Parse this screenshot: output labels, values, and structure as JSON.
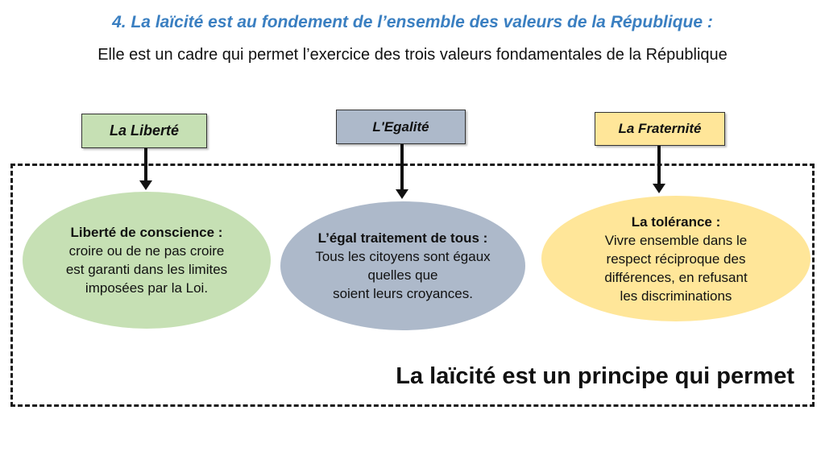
{
  "title": "4. La laïcité est au fondement de l’ensemble des valeurs de la République :",
  "subtitle": "Elle est un cadre qui permet l’exercice des trois valeurs fondamentales de la République",
  "colors": {
    "title": "#3a7fc1",
    "liberte": "#c6e0b4",
    "egalite": "#adb9ca",
    "fraternite": "#ffe699",
    "ellipse_liberte": "#c6e0b4",
    "ellipse_egalite": "#adb9ca",
    "ellipse_fraternite": "#ffe699"
  },
  "values": [
    {
      "label": "La Liberté",
      "heading": "Liberté de conscience :",
      "lines": [
        "croire ou de ne pas croire",
        "est garanti dans les limites",
        "imposées par la Loi."
      ]
    },
    {
      "label": "L'Egalité",
      "heading": "L’égal traitement de tous :",
      "lines": [
        "Tous les citoyens sont égaux",
        "quelles que",
        "soient leurs croyances."
      ]
    },
    {
      "label": "La Fraternité",
      "heading": "La tolérance :",
      "lines": [
        "Vivre ensemble dans le",
        "respect réciproque des",
        "différences, en refusant",
        "les discriminations"
      ]
    }
  ],
  "footer": "La laïcité est un principe qui permet"
}
